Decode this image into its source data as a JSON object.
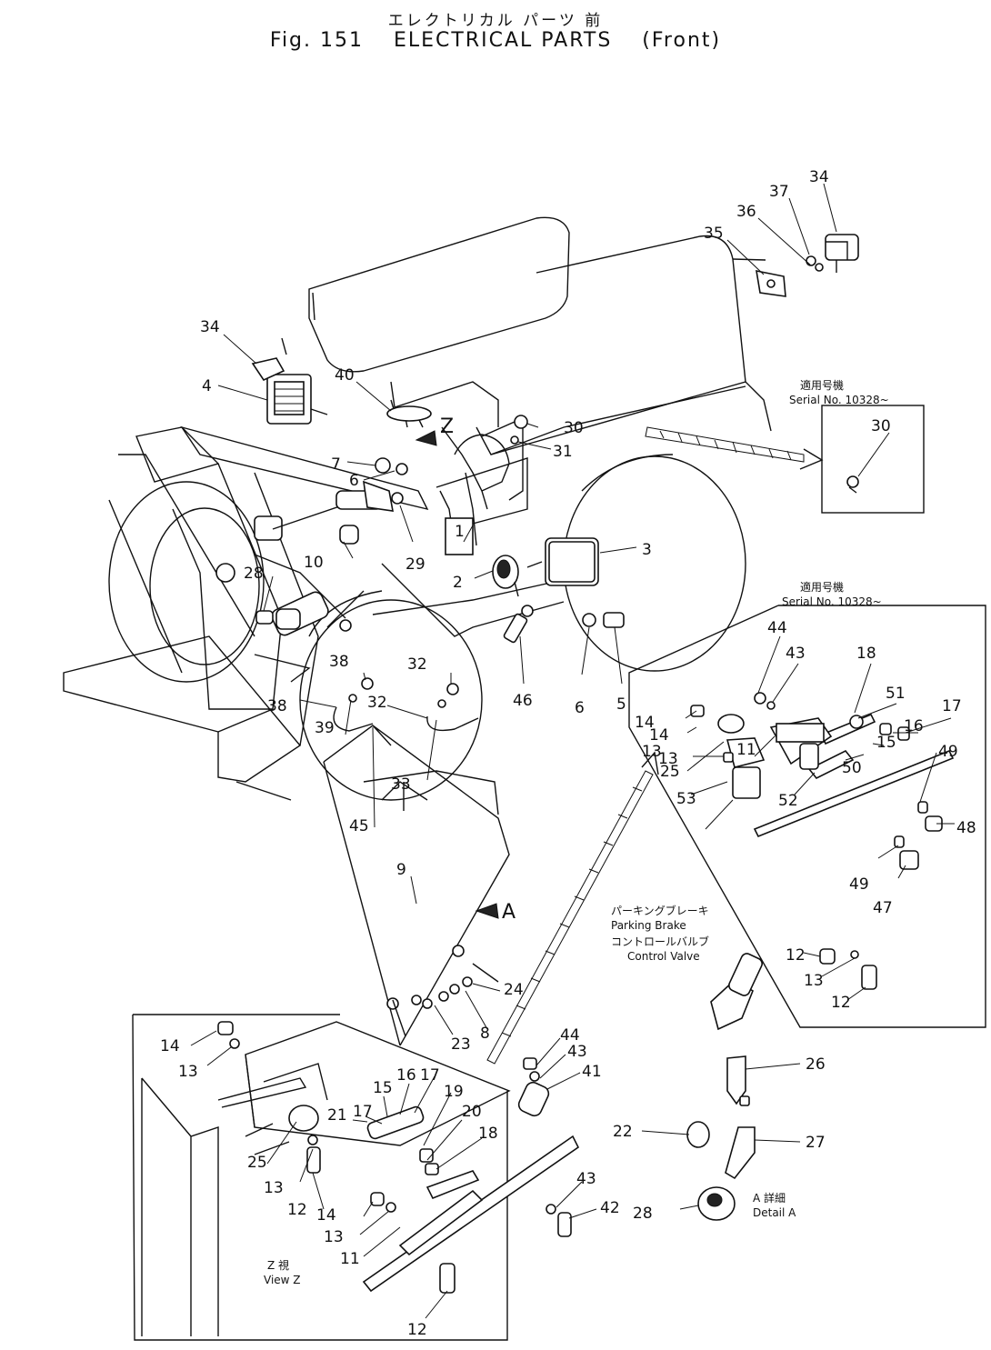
{
  "title": {
    "jp": "エレクトリカル パーツ 前",
    "fig": "Fig. 151",
    "name": "ELECTRICAL PARTS",
    "qualifier": "(Front)"
  },
  "notes": {
    "serial_top_jp": "適用号機",
    "serial_top": "Serial No. 10328~",
    "serial_mid_jp": "適用号機",
    "serial_mid": "Serial No. 10328~",
    "parking_jp": "パーキングブレーキ",
    "parking_en": "Parking Brake",
    "control_jp": "コントロールバルブ",
    "control_en": "Control Valve",
    "detail_jp": "A 詳細",
    "detail_en": "Detail A",
    "view_jp": "Z 視",
    "view_en": "View Z",
    "arrow_z": "Z",
    "arrow_a": "A"
  },
  "callouts": [
    "34",
    "37",
    "36",
    "35",
    "34",
    "4",
    "40",
    "30",
    "31",
    "30",
    "7",
    "6",
    "29",
    "1",
    "3",
    "10",
    "28",
    "2",
    "6",
    "5",
    "46",
    "44",
    "43",
    "18",
    "51",
    "17",
    "16",
    "15",
    "11",
    "14",
    "13",
    "25",
    "50",
    "49",
    "52",
    "48",
    "14",
    "13",
    "53",
    "49",
    "47",
    "12",
    "13",
    "12",
    "38",
    "32",
    "39",
    "33",
    "38",
    "32",
    "45",
    "9",
    "24",
    "8",
    "23",
    "14",
    "13",
    "44",
    "43",
    "41",
    "17",
    "16",
    "15",
    "19",
    "21",
    "17",
    "20",
    "18",
    "26",
    "22",
    "27",
    "25",
    "13",
    "12",
    "43",
    "14",
    "42",
    "28",
    "13",
    "11",
    "12"
  ]
}
